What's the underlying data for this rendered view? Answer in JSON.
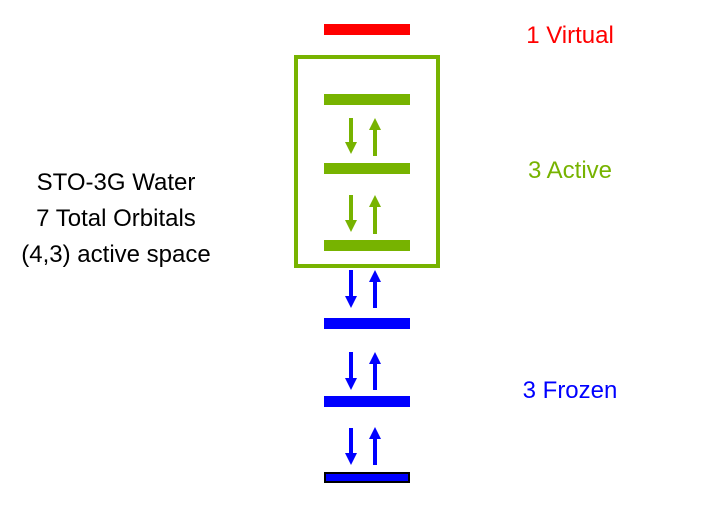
{
  "description_lines": [
    "STO-3G Water",
    "7 Total Orbitals",
    "(4,3) active space"
  ],
  "groups": {
    "virtual": {
      "label": "1 Virtual",
      "color": "#ff0000"
    },
    "active": {
      "label": "3 Active",
      "color": "#77b300"
    },
    "frozen": {
      "label": "3 Frozen",
      "color": "#0000ff"
    }
  },
  "orbitals": [
    {
      "group": "virtual",
      "electrons": 0
    },
    {
      "group": "active",
      "electrons": 2
    },
    {
      "group": "active",
      "electrons": 2
    },
    {
      "group": "active",
      "electrons": 0
    },
    {
      "group": "frozen",
      "electrons": 2
    },
    {
      "group": "frozen",
      "electrons": 2
    },
    {
      "group": "frozen",
      "electrons": 2
    }
  ]
}
